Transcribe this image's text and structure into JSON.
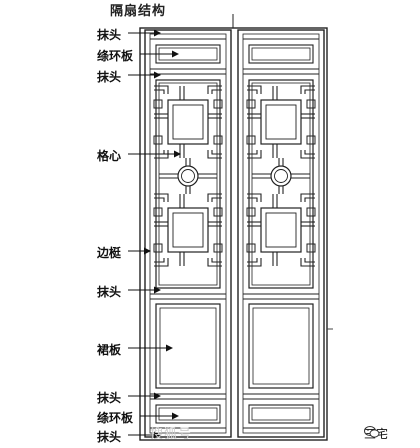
{
  "title": "隔扇结构",
  "labels": {
    "mo_tou": "抹头",
    "tao_huan_ban": "绦环板",
    "ge_xin": "格心",
    "bian_ting": "边梃",
    "qun_ban": "裙板"
  },
  "watermark": "搜狐号",
  "badge": {
    "text": "三宅",
    "icon": "wechat-icon"
  }
}
